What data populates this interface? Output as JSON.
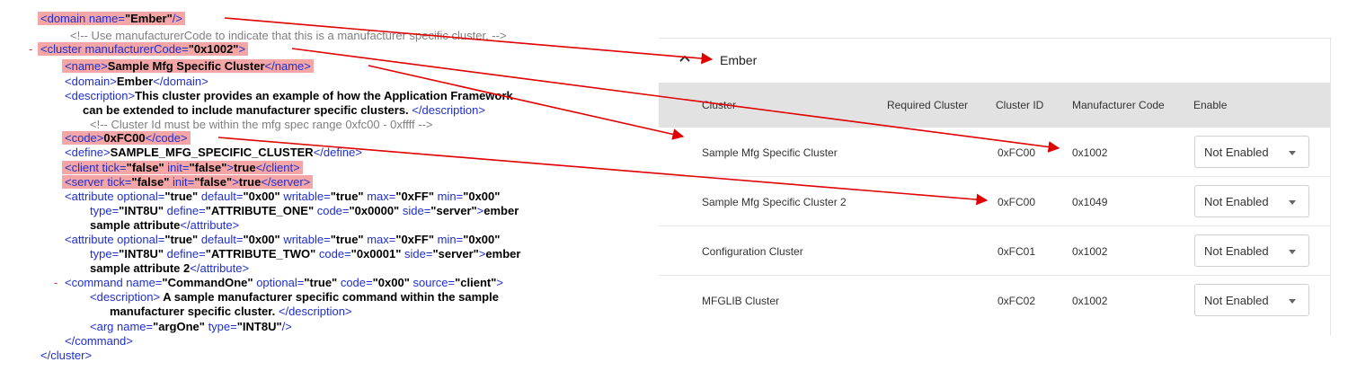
{
  "xml": {
    "domain_line": {
      "open": "<domain name=",
      "value": "\"Ember\"",
      "close": "/>"
    },
    "comment_manufacturer": "<!-- Use manufacturerCode to indicate that this is a manufacturer specific cluster. -->",
    "cluster_collapse": "-",
    "cluster_line": {
      "open": "<cluster manufacturerCode=",
      "value": "\"0x1002\"",
      "close": ">"
    },
    "name_line": {
      "tag_open": "<name>",
      "text": "Sample Mfg Specific Cluster",
      "tag_close": "</name>"
    },
    "domain_tag_line": {
      "tag_open": "<domain>",
      "text": "Ember",
      "tag_close": "</domain>"
    },
    "description_line1": {
      "tag_open": "<description>",
      "text": "This cluster provides an example of how the Application Framework"
    },
    "description_line2": {
      "text": "can be extended to include manufacturer specific clusters. ",
      "tag_close": "</description>"
    },
    "comment_cluster_id": "<!-- Cluster Id must be within the mfg spec range 0xfc00 - 0xffff -->",
    "code_line": {
      "tag_open": "<code>",
      "text": "0xFC00",
      "tag_close": "</code>"
    },
    "define_line": {
      "tag_open": "<define>",
      "text": "SAMPLE_MFG_SPECIFIC_CLUSTER",
      "tag_close": "</define>"
    },
    "client_line": {
      "p1": "<client tick=",
      "v1": "\"false\"",
      "p2": " init=",
      "v2": "\"false\"",
      "p3": ">",
      "text": "true",
      "p4": "</client>"
    },
    "server_line": {
      "p1": "<server tick=",
      "v1": "\"false\"",
      "p2": " init=",
      "v2": "\"false\"",
      "p3": ">",
      "text": "true",
      "p4": "</server>"
    },
    "attr1_line1": {
      "p1": "<attribute optional=",
      "v1": "\"true\"",
      "p2": " default=",
      "v2": "\"0x00\"",
      "p3": " writable=",
      "v3": "\"true\"",
      "p4": " max=",
      "v4": "\"0xFF\"",
      "p5": " min=",
      "v5": "\"0x00\""
    },
    "attr1_line2": {
      "p1": "type=",
      "v1": "\"INT8U\"",
      "p2": " define=",
      "v2": "\"ATTRIBUTE_ONE\"",
      "p3": " code=",
      "v3": "\"0x0000\"",
      "p4": " side=",
      "v4": "\"server\"",
      "p5": ">",
      "text": "ember"
    },
    "attr1_line3": {
      "text": "sample attribute",
      "tag_close": "</attribute>"
    },
    "attr2_line1": {
      "p1": "<attribute optional=",
      "v1": "\"true\"",
      "p2": " default=",
      "v2": "\"0x00\"",
      "p3": " writable=",
      "v3": "\"true\"",
      "p4": " max=",
      "v4": "\"0xFF\"",
      "p5": " min=",
      "v5": "\"0x00\""
    },
    "attr2_line2": {
      "p1": "type=",
      "v1": "\"INT8U\"",
      "p2": " define=",
      "v2": "\"ATTRIBUTE_TWO\"",
      "p3": " code=",
      "v3": "\"0x0001\"",
      "p4": " side=",
      "v4": "\"server\"",
      "p5": ">",
      "text": "ember"
    },
    "attr2_line3": {
      "text": "sample attribute 2",
      "tag_close": "</attribute>"
    },
    "command_collapse": "-",
    "command_line": {
      "p1": "<command name=",
      "v1": "\"CommandOne\"",
      "p2": " optional=",
      "v2": "\"true\"",
      "p3": " code=",
      "v3": "\"0x00\"",
      "p4": " source=",
      "v4": "\"client\"",
      "p5": ">"
    },
    "cmd_desc_line1": {
      "tag_open": "<description>",
      "text": " A sample manufacturer specific command within the sample"
    },
    "cmd_desc_line2": {
      "text": "manufacturer specific cluster. ",
      "tag_close": "</description>"
    },
    "arg_line": {
      "p1": "<arg name=",
      "v1": "\"argOne\"",
      "p2": " type=",
      "v2": "\"INT8U\"",
      "p3": "/>"
    },
    "command_close": "</command>",
    "cluster_close": "</cluster>"
  },
  "panel": {
    "domain_title": "Ember",
    "columns": [
      "Cluster",
      "Required Cluster",
      "Cluster ID",
      "Manufacturer Code",
      "Enable"
    ],
    "rows": [
      {
        "cluster": "Sample Mfg Specific Cluster",
        "required": "",
        "cluster_id": "0xFC00",
        "mfg_code": "0x1002",
        "enable": "Not Enabled"
      },
      {
        "cluster": "Sample Mfg Specific Cluster 2",
        "required": "",
        "cluster_id": "0xFC00",
        "mfg_code": "0x1049",
        "enable": "Not Enabled"
      },
      {
        "cluster": "Configuration Cluster",
        "required": "",
        "cluster_id": "0xFC01",
        "mfg_code": "0x1002",
        "enable": "Not Enabled"
      },
      {
        "cluster": "MFGLIB Cluster",
        "required": "",
        "cluster_id": "0xFC02",
        "mfg_code": "0x1002",
        "enable": "Not Enabled"
      }
    ]
  },
  "colors": {
    "highlight": "#f4a6a6",
    "arrow": "#e00000",
    "xml_bracket": "#1f2fcf",
    "xml_tag": "#8a1414",
    "header_bg": "#e2e2e2"
  }
}
